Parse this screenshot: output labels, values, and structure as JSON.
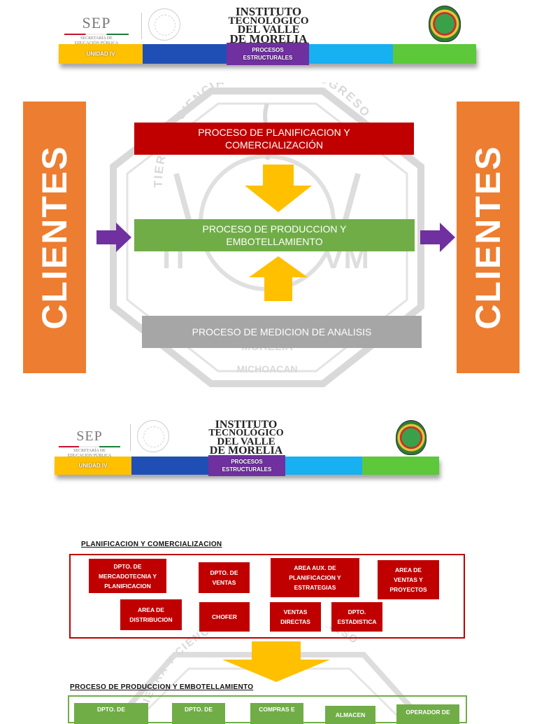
{
  "header": {
    "sep_title": "SEP",
    "sep_subtitle_line1": "SECRETARÍA DE",
    "sep_subtitle_line2": "EDUCACIÓN PÚBLICA",
    "institute_lines": [
      "INSTITUTO",
      "TECNOLÓGICO",
      "DEL VALLE",
      "DE MORELIA"
    ],
    "bar_segments": [
      {
        "label": "UNIDAD IV",
        "color": "#ffc000"
      },
      {
        "label": "",
        "color": "#1f4fb4"
      },
      {
        "label_line1": "PROCESOS",
        "label_line2": "ESTRUCTURALES",
        "color": "#7030a0"
      },
      {
        "label": "",
        "color": "#17b0f0"
      },
      {
        "label": "",
        "color": "#5cc83a"
      }
    ]
  },
  "watermark": {
    "arc_text": "TIERRA Y CIENCIA HACIA EL PROGRESO",
    "left_letters": "IT",
    "right_letters": "VM",
    "city": "MORELIA",
    "state": "MICHOACAN",
    "color": "#d9d9d9"
  },
  "process_diagram": {
    "clients_label": "CLIENTES",
    "planning_line1": "PROCESO DE PLANIFICACION Y",
    "planning_line2": "COMERCIALIZACIÓN",
    "production_line1": "PROCESO DE PRODUCCION Y",
    "production_line2": "EMBOTELLAMIENTO",
    "measurement": "PROCESO DE MEDICION DE ANALISIS",
    "colors": {
      "clients": "#ed7d31",
      "planning": "#c00000",
      "production": "#70ad47",
      "measurement": "#a6a6a6",
      "arrows_vertical": "#ffc000",
      "arrows_side": "#7030a0"
    }
  },
  "planning_section": {
    "title": "PLANIFICACION Y COMERCIALIZACION",
    "row1": [
      {
        "l1": "DPTO. DE",
        "l2": "MERCADOTECNIA Y",
        "l3": "PLANIFICACION"
      },
      {
        "l1": "DPTO. DE",
        "l2": "VENTAS"
      },
      {
        "l1": "AREA AUX. DE",
        "l2": "PLANIFICACION Y",
        "l3": "ESTRATEGIAS"
      },
      {
        "l1": "AREA DE",
        "l2": "VENTAS Y",
        "l3": "PROYECTOS"
      }
    ],
    "row2": [
      {
        "l1": "AREA DE",
        "l2": "DISTRIBUCION"
      },
      {
        "l1": "CHOFER"
      },
      {
        "l1": "VENTAS",
        "l2": "DIRECTAS"
      },
      {
        "l1": "DPTO.",
        "l2": "ESTADISTICA"
      }
    ]
  },
  "production_section": {
    "title": "PROCESO DE PRODUCCION Y EMBOTELLAMIENTO",
    "items": [
      {
        "l1": "DPTO. DE"
      },
      {
        "l1": "DPTO. DE"
      },
      {
        "l1": "COMPRAS E"
      },
      {
        "l1": "ALMACEN"
      },
      {
        "l1": "OPERADOR DE"
      }
    ]
  }
}
